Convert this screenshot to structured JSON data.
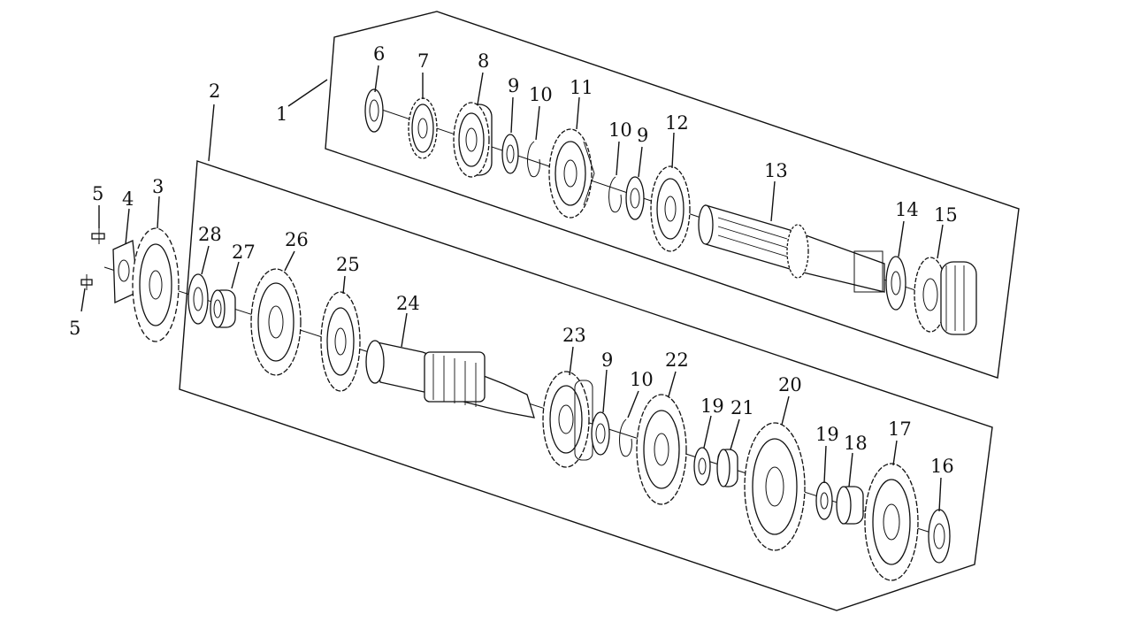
{
  "diagram": {
    "labels": [
      "1",
      "2",
      "3",
      "4",
      "5",
      "5",
      "6",
      "7",
      "8",
      "9",
      "10",
      "11",
      "10",
      "9",
      "12",
      "13",
      "14",
      "15",
      "28",
      "27",
      "26",
      "25",
      "24",
      "23",
      "9",
      "10",
      "22",
      "19",
      "21",
      "20",
      "19",
      "18",
      "17",
      "16"
    ]
  }
}
